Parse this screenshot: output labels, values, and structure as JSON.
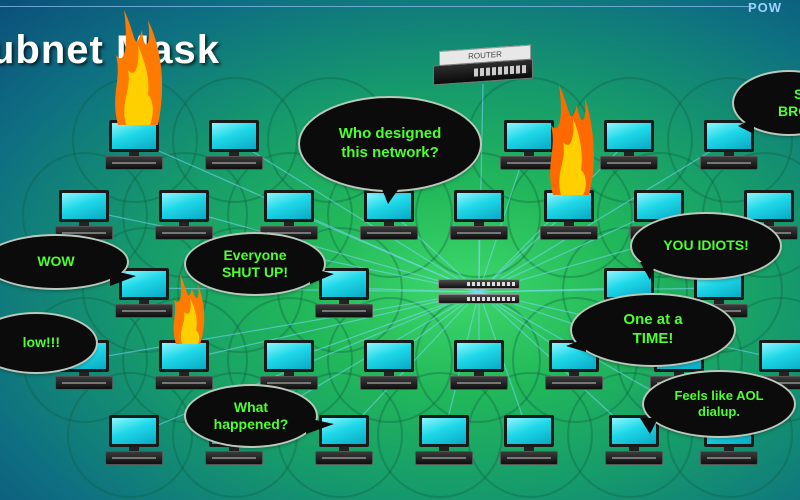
{
  "slide": {
    "title": "ubnet Mask",
    "header_corner": "POW"
  },
  "router": {
    "label": "ROUTER"
  },
  "bubbles": [
    {
      "text": "Who designed\nthis network?"
    },
    {
      "text": "S\nBROA"
    },
    {
      "text": "WOW"
    },
    {
      "text": "Everyone\nSHUT UP!"
    },
    {
      "text": "YOU IDIOTS!"
    },
    {
      "text": "low!!!"
    },
    {
      "text": "One at a\nTIME!"
    },
    {
      "text": "What\nhappened?"
    },
    {
      "text": "Feels like AOL\ndialup."
    }
  ],
  "colors": {
    "bubble_text": "#4cff2e",
    "bubble_fill": "#0b0b0b",
    "screen": "#1fd8e8",
    "link_lines": "#7fd8ff"
  }
}
